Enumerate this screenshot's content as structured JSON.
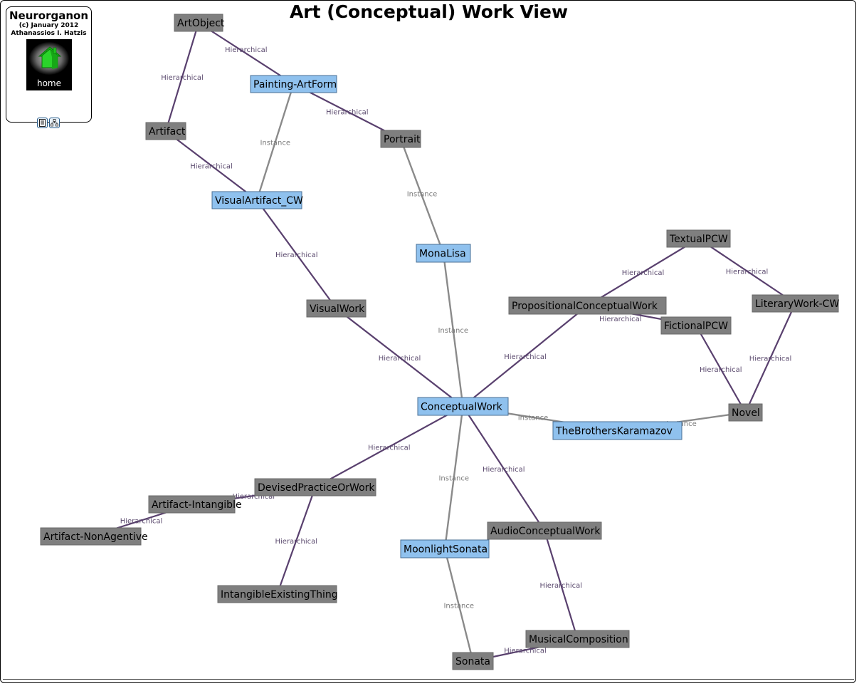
{
  "title": "Art (Conceptual) Work View",
  "panel": {
    "app_name": "Neurorganon",
    "copyright": "(c) January 2012",
    "author": "Athanassios I. Hatzis",
    "home_label": "home",
    "tools": [
      "document-icon",
      "tree-icon"
    ]
  },
  "colors": {
    "type_node": "#7f7f7f",
    "instance_node": "#8fc1ee",
    "hierarchical_edge": "#59406e",
    "instance_edge": "#8a8a8a"
  },
  "nodes": [
    {
      "id": "ArtObject",
      "label": "ArtObject",
      "kind": "type"
    },
    {
      "id": "Painting-ArtForm",
      "label": "Painting-ArtForm",
      "kind": "instance"
    },
    {
      "id": "Artifact",
      "label": "Artifact",
      "kind": "type"
    },
    {
      "id": "Portrait",
      "label": "Portrait",
      "kind": "type"
    },
    {
      "id": "VisualArtifact_CW",
      "label": "VisualArtifact_CW",
      "kind": "instance"
    },
    {
      "id": "MonaLisa",
      "label": "MonaLisa",
      "kind": "instance"
    },
    {
      "id": "TextualPCW",
      "label": "TextualPCW",
      "kind": "type"
    },
    {
      "id": "LiteraryWork-CW",
      "label": "LiteraryWork-CW",
      "kind": "type"
    },
    {
      "id": "PropositionalConceptualWork",
      "label": "PropositionalConceptualWork",
      "kind": "type"
    },
    {
      "id": "FictionalPCW",
      "label": "FictionalPCW",
      "kind": "type"
    },
    {
      "id": "VisualWork",
      "label": "VisualWork",
      "kind": "type"
    },
    {
      "id": "ConceptualWork",
      "label": "ConceptualWork",
      "kind": "instance"
    },
    {
      "id": "Novel",
      "label": "Novel",
      "kind": "type"
    },
    {
      "id": "TheBrothersKaramazov",
      "label": "TheBrothersKaramazov",
      "kind": "instance"
    },
    {
      "id": "DevisedPracticeOrWork",
      "label": "DevisedPracticeOrWork",
      "kind": "type"
    },
    {
      "id": "Artifact-Intangible",
      "label": "Artifact-Intangible",
      "kind": "type"
    },
    {
      "id": "Artifact-NonAgentive",
      "label": "Artifact-NonAgentive",
      "kind": "type"
    },
    {
      "id": "AudioConceptualWork",
      "label": "AudioConceptualWork",
      "kind": "type"
    },
    {
      "id": "MoonlightSonata",
      "label": "MoonlightSonata",
      "kind": "instance"
    },
    {
      "id": "IntangibleExistingThing",
      "label": "IntangibleExistingThing",
      "kind": "type"
    },
    {
      "id": "MusicalComposition",
      "label": "MusicalComposition",
      "kind": "type"
    },
    {
      "id": "Sonata",
      "label": "Sonata",
      "kind": "type"
    }
  ],
  "edges": [
    {
      "from": "ArtObject",
      "to": "Painting-ArtForm",
      "label": "Hierarchical"
    },
    {
      "from": "ArtObject",
      "to": "Artifact",
      "label": "Hierarchical"
    },
    {
      "from": "Painting-ArtForm",
      "to": "Portrait",
      "label": "Hierarchical"
    },
    {
      "from": "Painting-ArtForm",
      "to": "VisualArtifact_CW",
      "label": "Instance"
    },
    {
      "from": "Artifact",
      "to": "VisualArtifact_CW",
      "label": "Hierarchical"
    },
    {
      "from": "Portrait",
      "to": "MonaLisa",
      "label": "Instance"
    },
    {
      "from": "VisualArtifact_CW",
      "to": "VisualWork",
      "label": "Hierarchical"
    },
    {
      "from": "MonaLisa",
      "to": "ConceptualWork",
      "label": "Instance"
    },
    {
      "from": "VisualWork",
      "to": "ConceptualWork",
      "label": "Hierarchical"
    },
    {
      "from": "TextualPCW",
      "to": "PropositionalConceptualWork",
      "label": "Hierarchical"
    },
    {
      "from": "TextualPCW",
      "to": "LiteraryWork-CW",
      "label": "Hierarchical"
    },
    {
      "from": "PropositionalConceptualWork",
      "to": "FictionalPCW",
      "label": "Hierarchical"
    },
    {
      "from": "PropositionalConceptualWork",
      "to": "ConceptualWork",
      "label": "Hierarchical"
    },
    {
      "from": "FictionalPCW",
      "to": "Novel",
      "label": "Hierarchical"
    },
    {
      "from": "LiteraryWork-CW",
      "to": "Novel",
      "label": "Hierarchical"
    },
    {
      "from": "ConceptualWork",
      "to": "TheBrothersKaramazov",
      "label": "Instance"
    },
    {
      "from": "TheBrothersKaramazov",
      "to": "Novel",
      "label": "Instance"
    },
    {
      "from": "ConceptualWork",
      "to": "DevisedPracticeOrWork",
      "label": "Hierarchical"
    },
    {
      "from": "ConceptualWork",
      "to": "MoonlightSonata",
      "label": "Instance"
    },
    {
      "from": "ConceptualWork",
      "to": "AudioConceptualWork",
      "label": "Hierarchical"
    },
    {
      "from": "DevisedPracticeOrWork",
      "to": "Artifact-Intangible",
      "label": "Hierarchical"
    },
    {
      "from": "Artifact-Intangible",
      "to": "Artifact-NonAgentive",
      "label": "Hierarchical"
    },
    {
      "from": "DevisedPracticeOrWork",
      "to": "IntangibleExistingThing",
      "label": "Hierarchical"
    },
    {
      "from": "AudioConceptualWork",
      "to": "MusicalComposition",
      "label": "Hierarchical"
    },
    {
      "from": "MoonlightSonata",
      "to": "Sonata",
      "label": "Instance"
    },
    {
      "from": "Sonata",
      "to": "MusicalComposition",
      "label": "Hierarchical"
    }
  ]
}
